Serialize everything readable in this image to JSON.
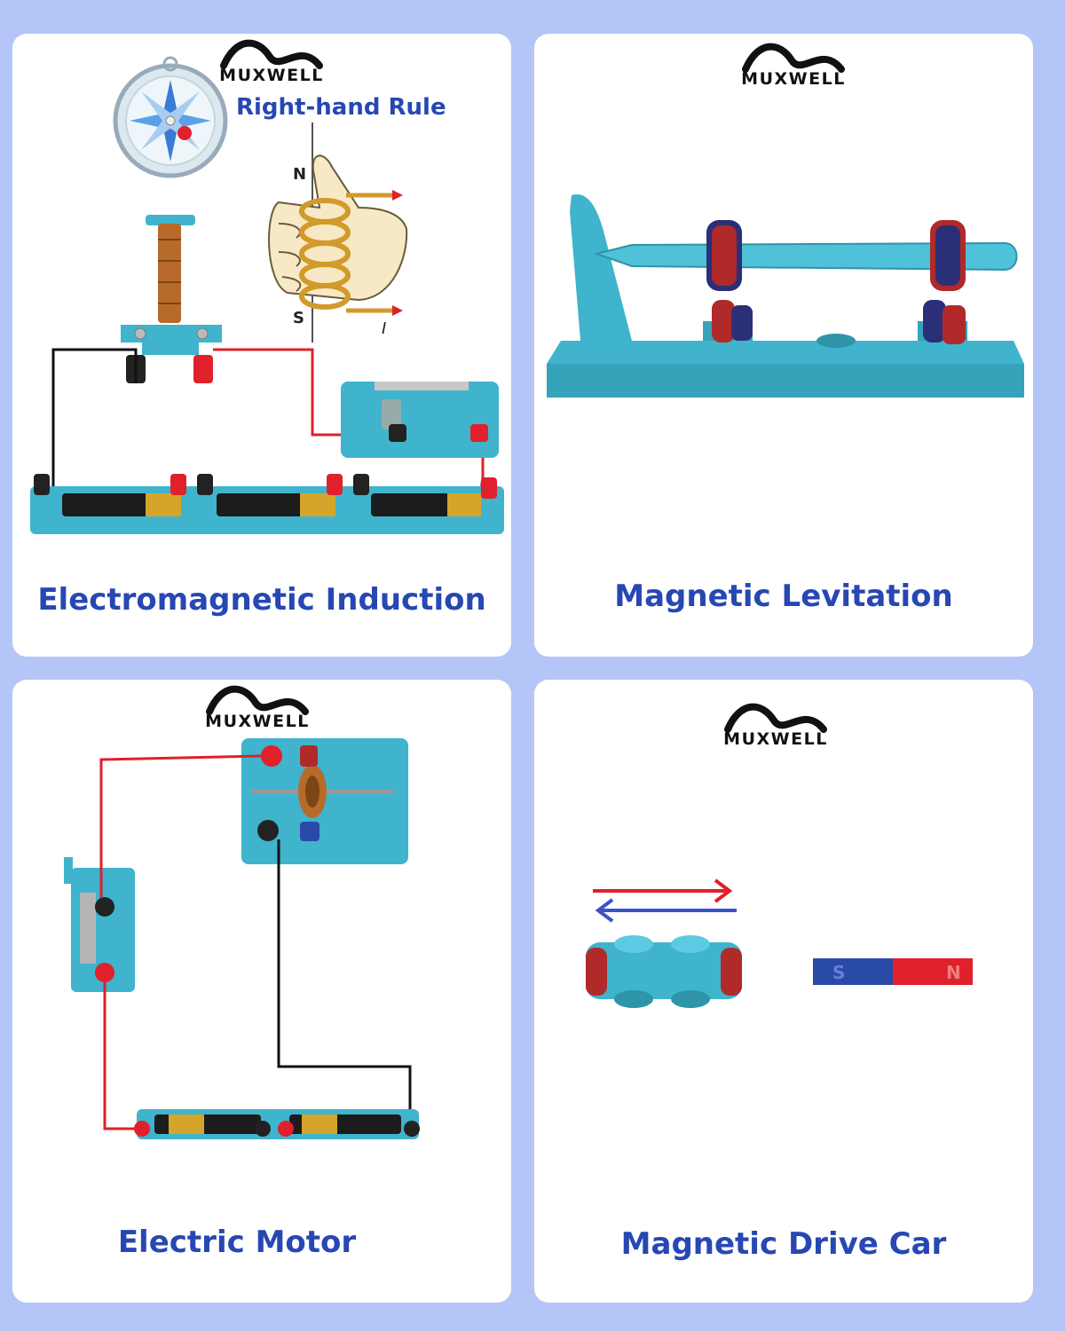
{
  "brand": {
    "logo_text": "MUXWELL"
  },
  "panels": [
    {
      "caption": "Electromagnetic Induction",
      "sub_label": "Right-hand Rule",
      "pole_north": "N",
      "pole_south": "S",
      "current_symbol": "I"
    },
    {
      "caption": "Magnetic Levitation"
    },
    {
      "caption": "Electric Motor"
    },
    {
      "caption": "Magnetic Drive Car",
      "magnet_pole_left": "S",
      "magnet_pole_right": "N"
    }
  ],
  "colors": {
    "background": "#b4c5f7",
    "caption": "#2747b3",
    "plastic": "#3fb4cc",
    "wire_red": "#e0202a",
    "wire_black": "#111111",
    "copper": "#b86a2a"
  },
  "icons": [
    "muxwell-wave-logo-icon",
    "compass-icon",
    "coil-icon",
    "hand-icon",
    "battery-icon",
    "switch-icon",
    "magnet-icon",
    "arrow-right-icon",
    "arrow-left-icon"
  ]
}
